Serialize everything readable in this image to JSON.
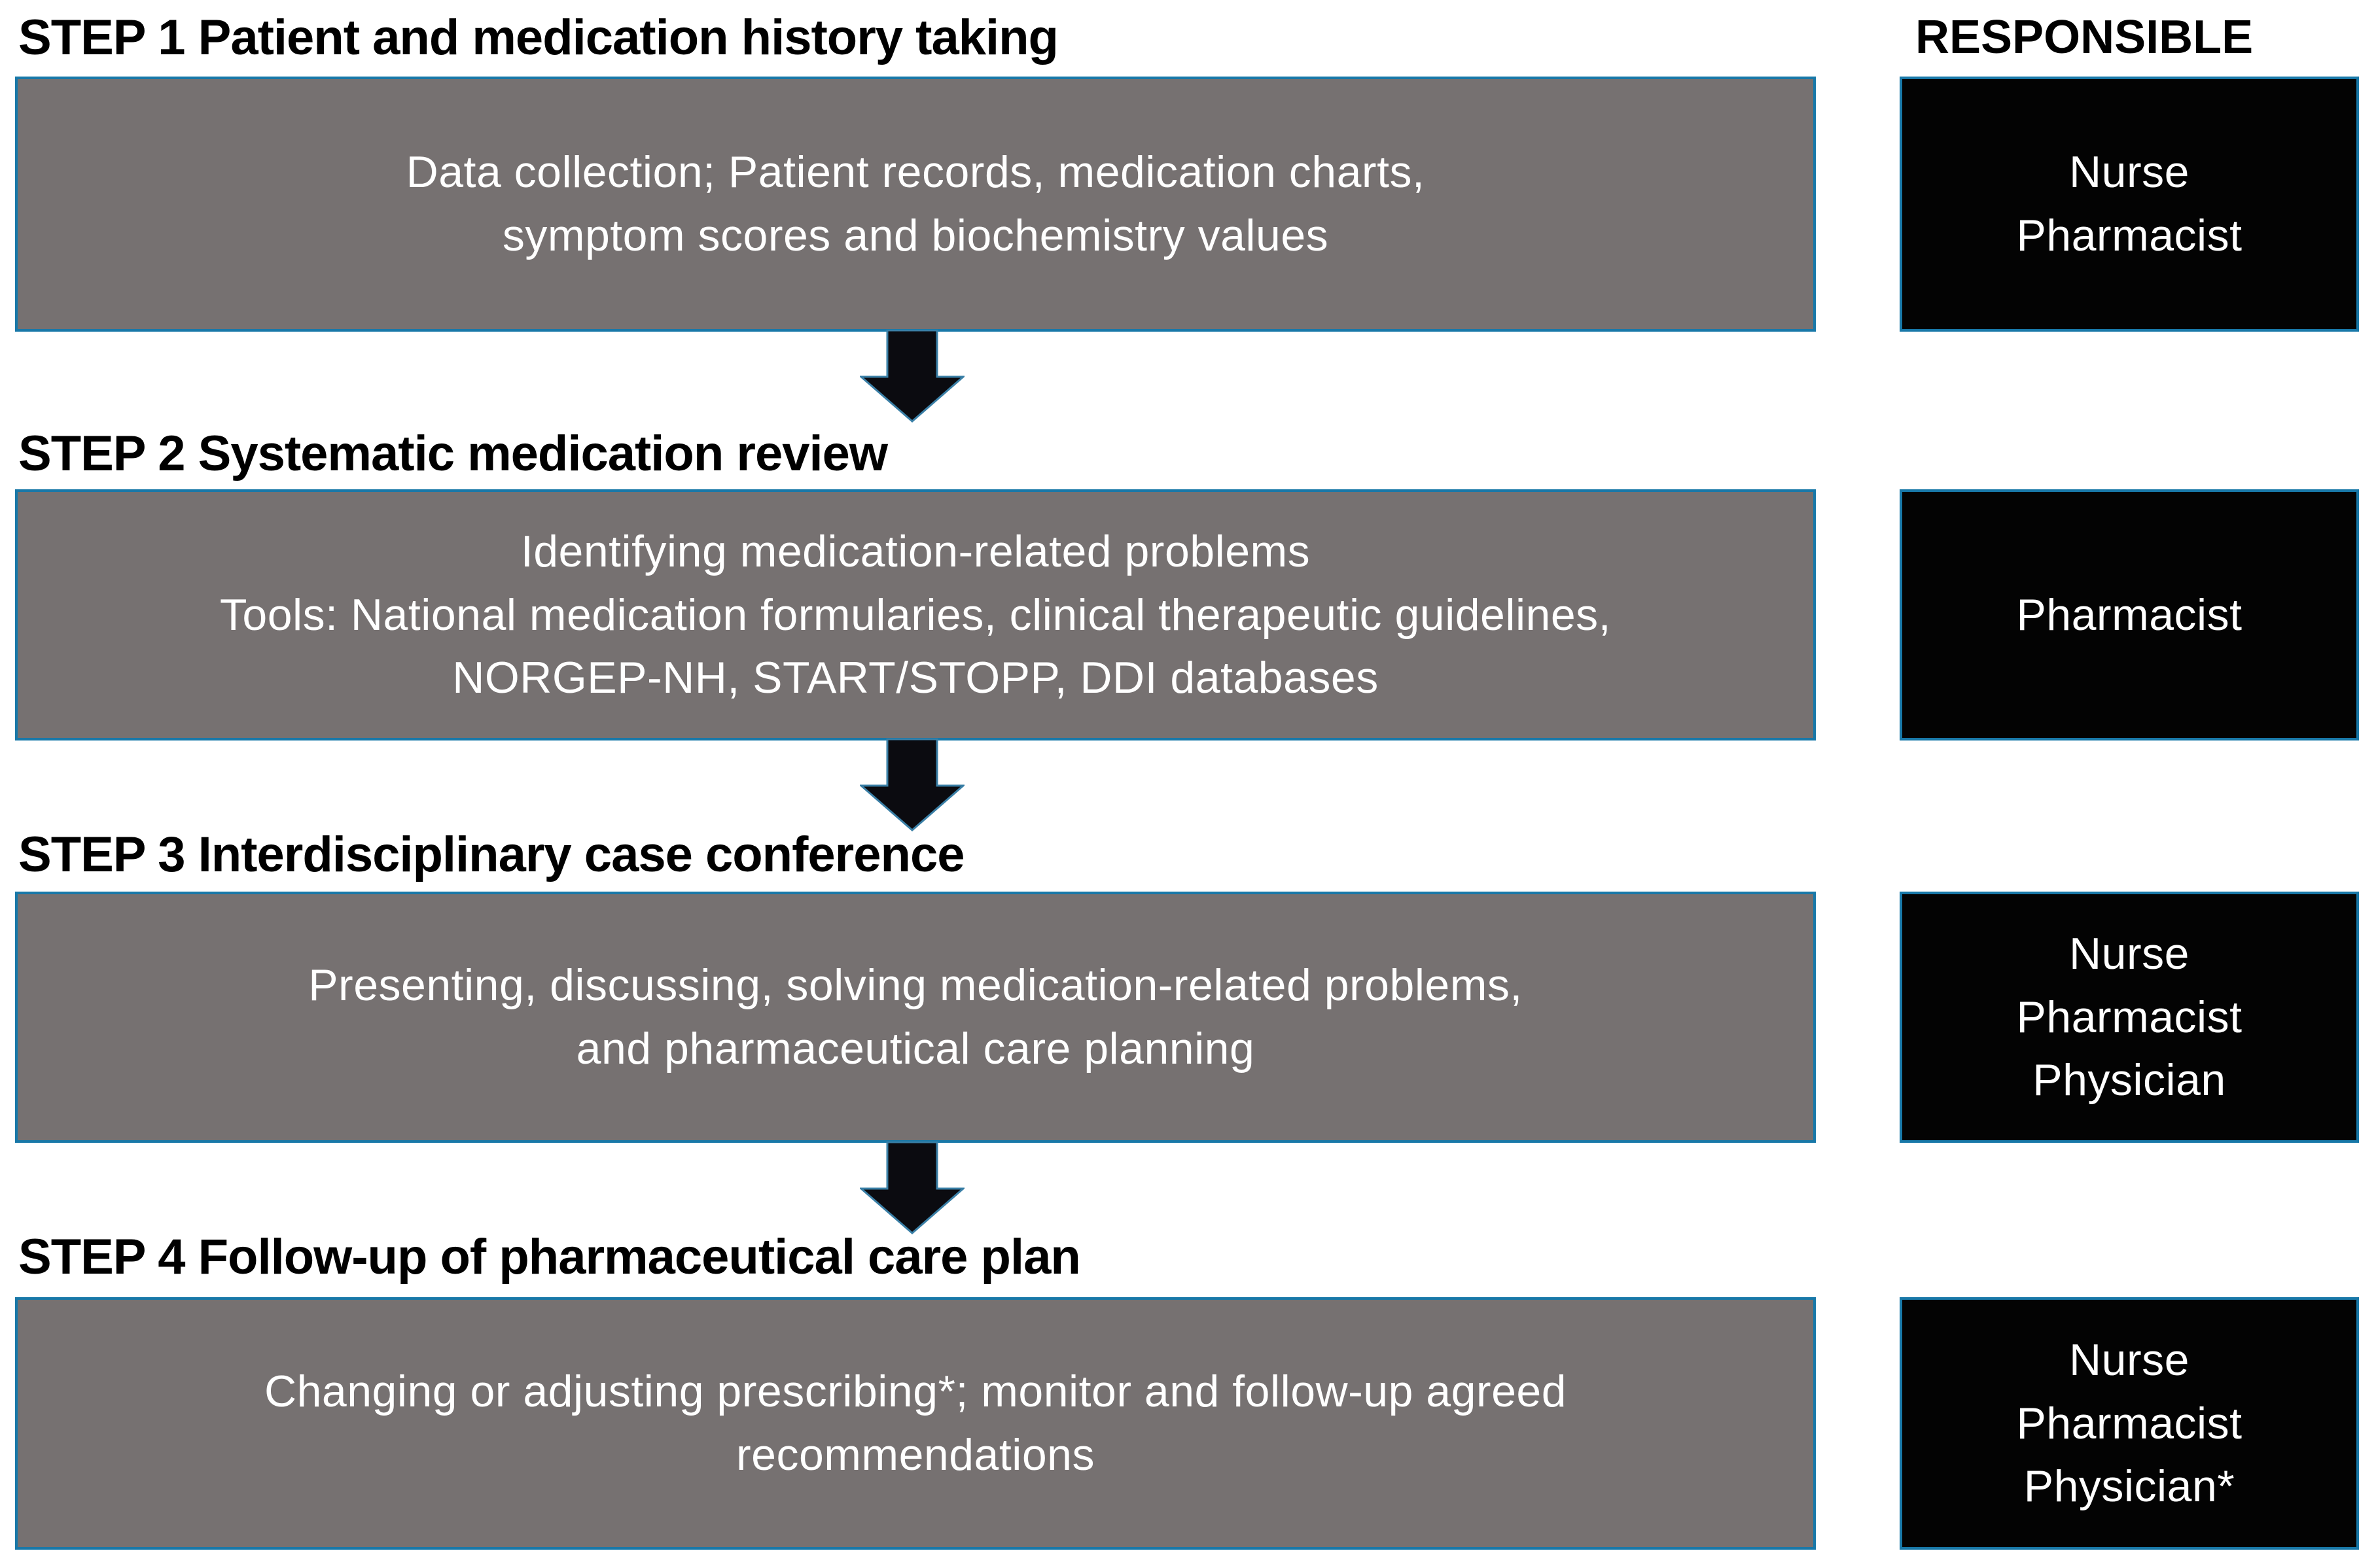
{
  "header": {
    "responsible_label": "RESPONSIBLE"
  },
  "colors": {
    "box_border_blue": "#1878a8",
    "gray_box_fill": "#767171",
    "black_box_fill": "#030303",
    "box_text_color": "#ffffff",
    "title_color": "#000000",
    "arrow_fill": "#0b0b10",
    "arrow_outline": "#3a7fa6",
    "background": "#ffffff"
  },
  "steps": [
    {
      "title": "STEP 1 Patient and medication history taking",
      "body": "Data collection; Patient records, medication charts,\nsymptom scores and biochemistry values",
      "responsible": "Nurse\nPharmacist"
    },
    {
      "title": "STEP 2 Systematic medication review",
      "body": "Identifying medication-related problems\nTools: National medication formularies, clinical therapeutic guidelines,\nNORGEP-NH, START/STOPP, DDI databases",
      "responsible": "Pharmacist"
    },
    {
      "title": "STEP 3 Interdisciplinary case conference",
      "body": "Presenting, discussing, solving medication-related problems,\nand pharmaceutical care planning",
      "responsible": "Nurse\nPharmacist\nPhysician"
    },
    {
      "title": "STEP 4 Follow-up of pharmaceutical care plan",
      "body": "Changing or adjusting prescribing*; monitor and follow-up agreed\nrecommendations",
      "responsible": "Nurse\nPharmacist\nPhysician*"
    }
  ]
}
